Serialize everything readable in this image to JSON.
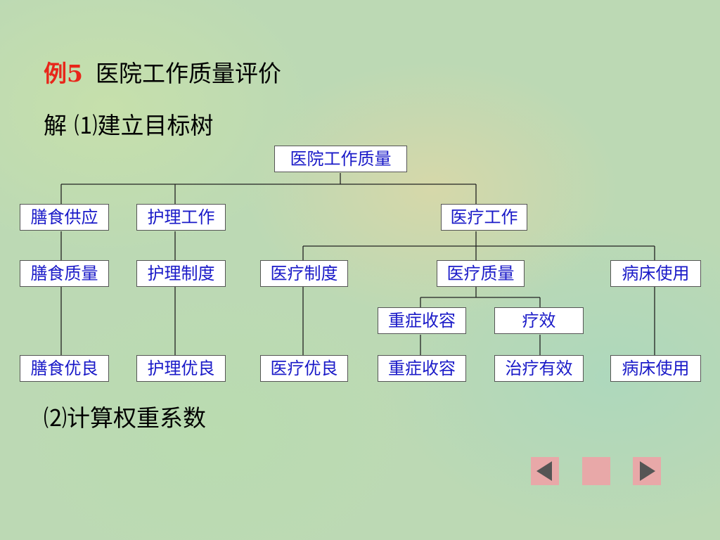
{
  "heading": {
    "example_label": "例5",
    "title": "医院工作质量评价"
  },
  "solution": "解 ⑴建立目标树",
  "step2": "⑵计算权重系数",
  "tree": {
    "root": "医院工作质量",
    "l1": [
      "膳食供应",
      "护理工作",
      "医疗工作"
    ],
    "l2": [
      "膳食质量",
      "护理制度",
      "医疗制度",
      "医疗质量",
      "病床使用"
    ],
    "l3": [
      "重症收容",
      "疗效"
    ],
    "l4": [
      "膳食优良",
      "护理优良",
      "医疗优良",
      "重症收容",
      "治疗有效",
      "病床使用"
    ]
  },
  "nav": {
    "prev": "prev-arrow-icon",
    "home": "home-icon",
    "next": "next-arrow-icon"
  }
}
